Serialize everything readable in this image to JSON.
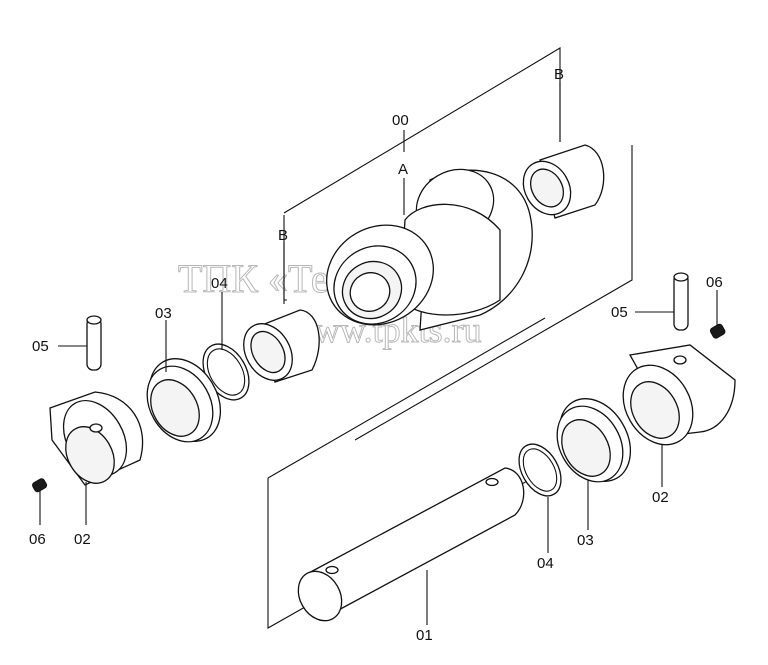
{
  "watermark": {
    "line1": "ТПК «Техно-Сиб»",
    "line2": "www.tpkts.ru"
  },
  "labels": {
    "assembly": "00",
    "shell": "A",
    "bushing_top": "B",
    "bushing_left": "B",
    "shaft": "01",
    "collar_left": "02",
    "collar_right": "02",
    "seal_left": "03",
    "seal_right": "03",
    "oring_left": "04",
    "oring_right": "04",
    "pin_left": "05",
    "pin_right": "05",
    "plug_left": "06",
    "plug_right": "06"
  }
}
